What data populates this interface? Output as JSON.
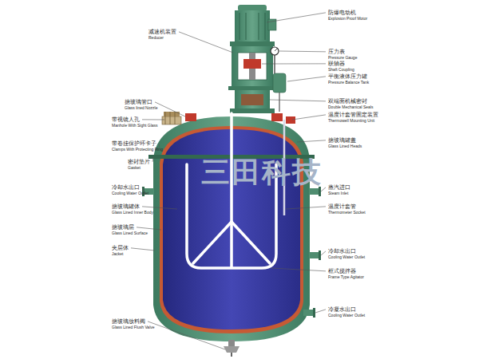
{
  "diagram": {
    "labels": [
      "防爆电动机",
      "Explosion Proof Motor",
      "减速机装置",
      "Reducer",
      "压力表",
      "Pressure Gauge",
      "联轴器",
      "Shaft Coupling",
      "平衡液体压力罐",
      "Pressure Balance Tank",
      "搪玻璃管口",
      "Glass lined Nozzle",
      "双端面机械密封",
      "Double Mechanical Seals",
      "带视镜人孔",
      "Manhole With Sight Glass",
      "温度计套管固定装置",
      "Thermowell Mounting Unit",
      "搪玻璃罐盖",
      "Glass Lined Heads",
      "带卷挂保护环卡子",
      "Clamps With Protecting Ring",
      "密封垫片",
      "Gasket",
      "冷却水出口",
      "Cooling Water Outlet",
      "蒸汽进口",
      "Steam Inlet",
      "搪玻璃罐体",
      "Glass Lined Inner Body",
      "温度计套管",
      "Thermometer Socket",
      "搪玻璃层",
      "Glass Lined Surface",
      "夹层体",
      "Jacket",
      "冷却水出口",
      "Cooling Water Outlet",
      "框式搅拌器",
      "Frame Type Agitator",
      "冷凝水出口",
      "Cooling Water Outlet",
      "搪玻璃放料阀",
      "Glass Lined Flush Valve",
      "三田科技"
    ]
  }
}
